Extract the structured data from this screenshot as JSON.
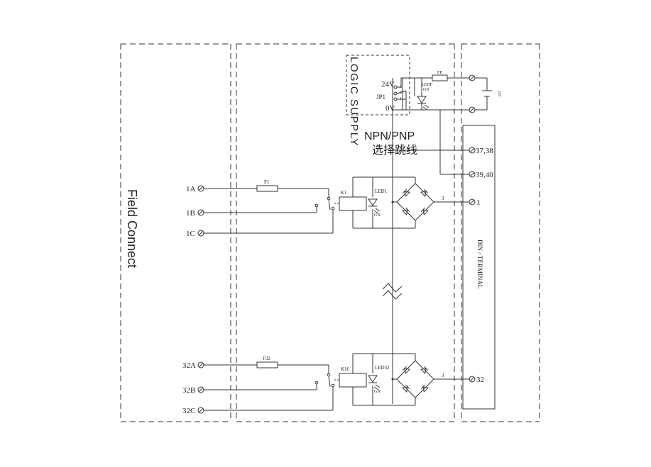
{
  "labels": {
    "field_connect": "Field Connect",
    "logic_supply": "LOGIC SUPPLY",
    "npn_pnp": "NPN/PNP",
    "jumper_select": "选择跳线",
    "din_terminal": "DIN / TERMINAL",
    "v24": "24V",
    "v0": "0V",
    "jp1": "JP1",
    "jp_pin3": "3",
    "jp_pin2": "2",
    "jp_pin1": "1",
    "fp": "FP",
    "ledf": "LEDF",
    "gn": "GN",
    "supply_24v": "24V"
  },
  "supply_terminals": [
    {
      "label": "37,38"
    },
    {
      "label": "39,40"
    }
  ],
  "channels": [
    {
      "terminals": [
        "1A",
        "1B",
        "1C"
      ],
      "fuse": "F1",
      "relay": "K1",
      "led": "LED1",
      "led_color": "GN",
      "bridge_pin": "3",
      "output": "1"
    },
    {
      "terminals": [
        "32A",
        "32B",
        "32C"
      ],
      "fuse": "F32",
      "relay": "K16",
      "led": "LED32",
      "led_color": "GN",
      "bridge_pin": "3",
      "output": "32"
    }
  ]
}
